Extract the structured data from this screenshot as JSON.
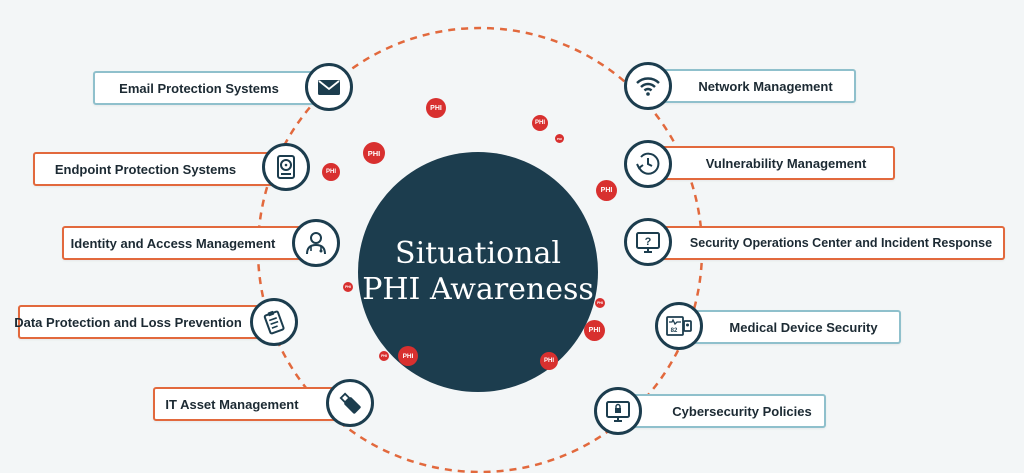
{
  "hub": {
    "line1": "Situational",
    "line2": "PHI Awareness"
  },
  "left_items": [
    {
      "label": "Email Protection Systems",
      "icon": "envelope-icon",
      "border": "blue"
    },
    {
      "label": "Endpoint Protection Systems",
      "icon": "hard-drive-icon",
      "border": "orange"
    },
    {
      "label": "Identity and Access Management",
      "icon": "doctor-icon",
      "border": "orange"
    },
    {
      "label": "Data Protection and Loss Prevention",
      "icon": "clipboard-icon",
      "border": "orange"
    },
    {
      "label": "IT Asset Management",
      "icon": "usb-drive-icon",
      "border": "orange"
    }
  ],
  "right_items": [
    {
      "label": "Network Management",
      "icon": "wifi-icon",
      "border": "blue"
    },
    {
      "label": "Vulnerability Management",
      "icon": "clock-refresh-icon",
      "border": "orange"
    },
    {
      "label": "Security Operations Center and Incident Response",
      "icon": "monitor-question-icon",
      "border": "orange"
    },
    {
      "label": "Medical Device Security",
      "icon": "medical-monitor-icon",
      "border": "blue"
    },
    {
      "label": "Cybersecurity Policies",
      "icon": "monitor-lock-icon",
      "border": "blue"
    }
  ],
  "phi_text": "PHI",
  "colors": {
    "navy": "#1c3d4e",
    "orange": "#e2693d",
    "blue": "#8fc0cc",
    "phi_red": "#d8302f",
    "background": "#f3f6f7"
  }
}
